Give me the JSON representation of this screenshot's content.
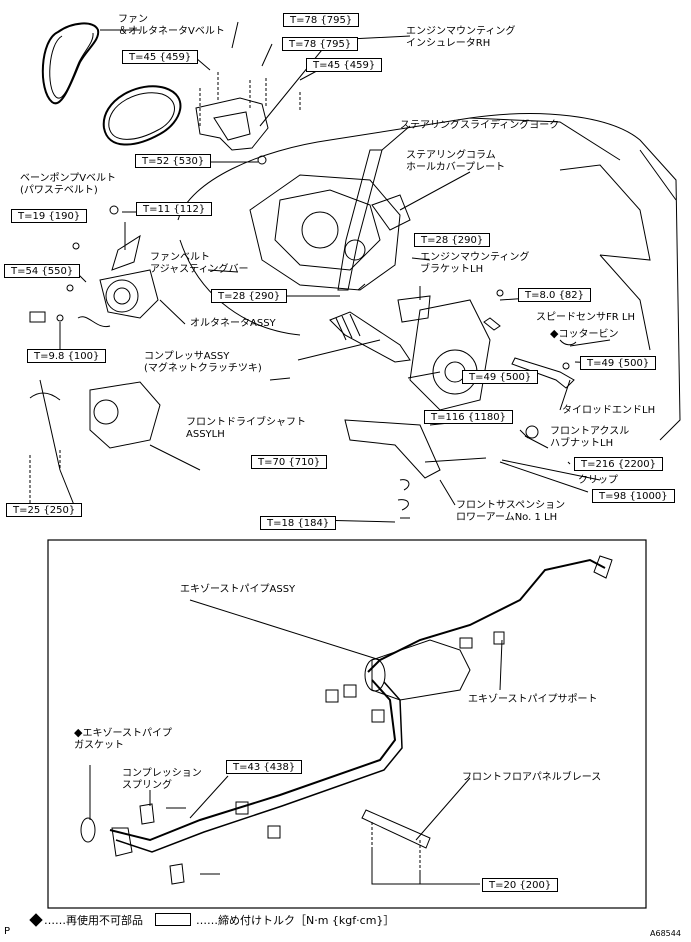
{
  "torques": [
    "T=78 {795}",
    "T=78 {795}",
    "T=45 {459}",
    "T=45 {459}",
    "T=52 {530}",
    "T=11 {112}",
    "T=19 {190}",
    "T=28 {290}",
    "T=54 {550}",
    "T=28 {290}",
    "T=8.0 {82}",
    "T=9.8 {100}",
    "T=49 {500}",
    "T=49 {500}",
    "T=116 {1180}",
    "T=70 {710}",
    "T=216 {2200}",
    "T=98 {1000}",
    "T=25 {250}",
    "T=18 {184}",
    "T=43 {438}",
    "T=20 {200}"
  ],
  "parts": {
    "fan_belt": "ファン\n＆オルタネータVベルト",
    "ps_belt": "ベーンポンプVベルト\n(パワステベルト)",
    "engine_mount_rh": "エンジンマウンティング\nインシュレータRH",
    "steering_yoke": "ステアリングスライディングヨーク",
    "column_cover": "ステアリングコラム\nホールカバープレート",
    "fan_belt_adjust": "ファンベルト\nアジャスティングバー",
    "engine_mount_bracket": "エンジンマウンティング\nブラケットLH",
    "alternator": "オルタネータASSY",
    "speed_sensor": "スピードセンサFR LH",
    "cotter_pin": "コッタービン",
    "compressor": "コンプレッサASSY\n(マグネットクラッチツキ)",
    "drive_shaft": "フロントドライブシャフト\nASSYLH",
    "tie_rod_end": "タイロッドエンドLH",
    "axle_hub_nut": "フロントアクスル\nハブナットLH",
    "clip": "クリップ",
    "lower_arm": "フロントサスペンション\nロワーアームNo. 1 LH",
    "exhaust_pipe": "エキゾーストパイプASSY",
    "exhaust_support": "エキゾーストパイプサポート",
    "exhaust_gasket": "エキゾーストパイプ\nガスケット",
    "compression_spring": "コンプレッション\nスプリング",
    "floor_brace": "フロントフロアパネルブレース"
  },
  "legend": {
    "diamond_text": "……再使用不可部品",
    "box_text": "……締め付けトルク［N·m {kgf·cm}］"
  },
  "corner_code": "P",
  "figure_id": "A68544"
}
